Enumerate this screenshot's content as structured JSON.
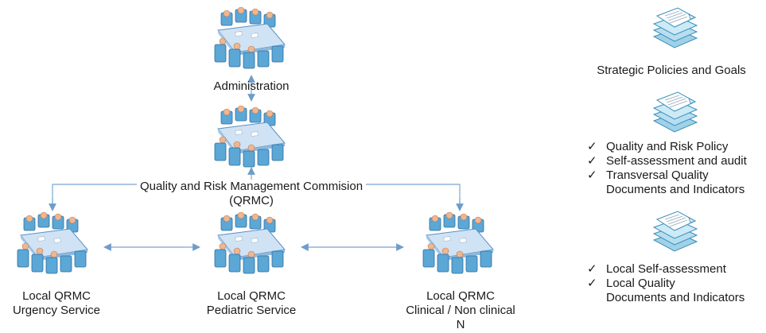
{
  "nodes": {
    "administration": {
      "label": "Administration"
    },
    "qrmc": {
      "line1": "Quality and Risk Management Commision",
      "line2": "(QRMC)"
    },
    "urgency": {
      "line1": "Local QRMC",
      "line2": "Urgency Service"
    },
    "pediatric": {
      "line1": "Local QRMC",
      "line2": "Pediatric Service"
    },
    "clinical": {
      "line1": "Local QRMC",
      "line2": "Clinical / Non clinical",
      "line3": "N"
    }
  },
  "legend": {
    "strategic": {
      "label": "Strategic Policies and Goals"
    },
    "central_list": {
      "check": "✓",
      "items": [
        "Quality and Risk Policy",
        "Self-assessment and audit",
        "Transversal Quality"
      ],
      "continuation": "Documents and Indicators"
    },
    "local_list": {
      "check": "✓",
      "items": [
        "Local Self-assessment",
        "Local Quality"
      ],
      "continuation": "Documents and Indicators"
    }
  },
  "icons": {
    "meeting": "meeting-room-icon",
    "documents": "document-stack-icon"
  },
  "colors": {
    "connector": "#8fb4d9",
    "arrow": "#6f9cc9",
    "chair": "#5ba7d6",
    "table": "#cfe3f5",
    "person": "#f0b690"
  }
}
